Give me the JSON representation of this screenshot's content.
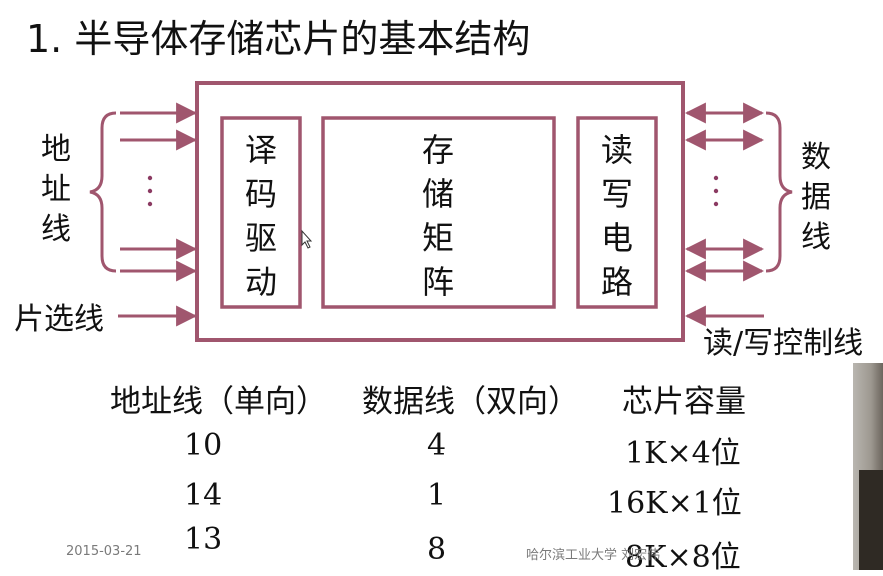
{
  "title": "1. 半导体存储芯片的基本结构",
  "colors": {
    "frame": "#a0566e",
    "dots": "#8b3a62",
    "text": "#111111"
  },
  "left_labels": {
    "address": [
      "地",
      "址",
      "线"
    ],
    "chip_select": "片选线"
  },
  "right_labels": {
    "data": [
      "数",
      "据",
      "线"
    ],
    "rw_control": "读/写控制线"
  },
  "blocks": {
    "decoder": [
      "译",
      "码",
      "驱",
      "动"
    ],
    "matrix": [
      "存",
      "储",
      "矩",
      "阵"
    ],
    "rw_circuit": [
      "读",
      "写",
      "电",
      "路"
    ]
  },
  "table": {
    "headers": [
      "地址线（单向）",
      "数据线（双向）",
      "芯片容量"
    ],
    "rows": [
      [
        "10",
        "4",
        "1K×4位"
      ],
      [
        "14",
        "1",
        "16K×1位"
      ],
      [
        "13",
        "8",
        "8K×8位"
      ]
    ]
  },
  "footer": {
    "date": "2015-03-21",
    "org": "哈尔滨工业大学  刘宏伟"
  }
}
